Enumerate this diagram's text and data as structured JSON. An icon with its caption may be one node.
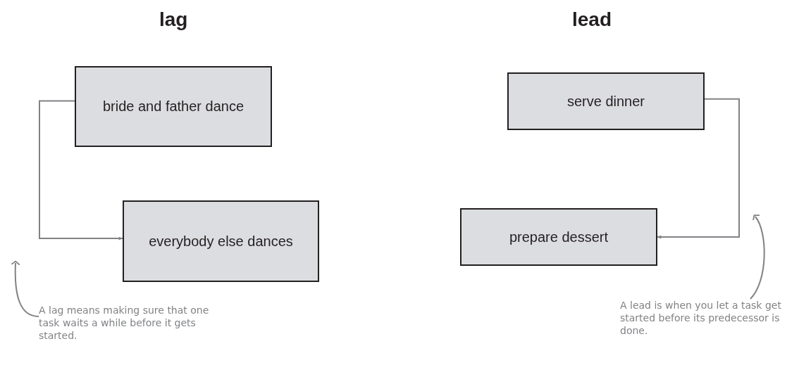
{
  "diagram": {
    "nodes": [
      {
        "text": [
          "bride and father dance"
        ]
      },
      {
        "text": [
          "everybody else dances"
        ]
      },
      {
        "text": [
          "serve dinner"
        ]
      },
      {
        "text": [
          "prepare dessert"
        ]
      },
      {
        "text": [
          "A lag means making sure that one task waits a while before it gets started."
        ]
      },
      {
        "text": [
          "A lead is when you let a task get started before its predecessor is done."
        ]
      }
    ],
    "edges": [
      {
        "from": 0,
        "to": 1,
        "arrow": "to"
      },
      {
        "from": 2,
        "to": 3,
        "arrow": "to"
      },
      {
        "from": 4,
        "to": null,
        "arrow": "to"
      },
      {
        "from": 5,
        "to": null,
        "arrow": "to"
      }
    ],
    "labels": [
      "lag",
      "lead"
    ]
  }
}
